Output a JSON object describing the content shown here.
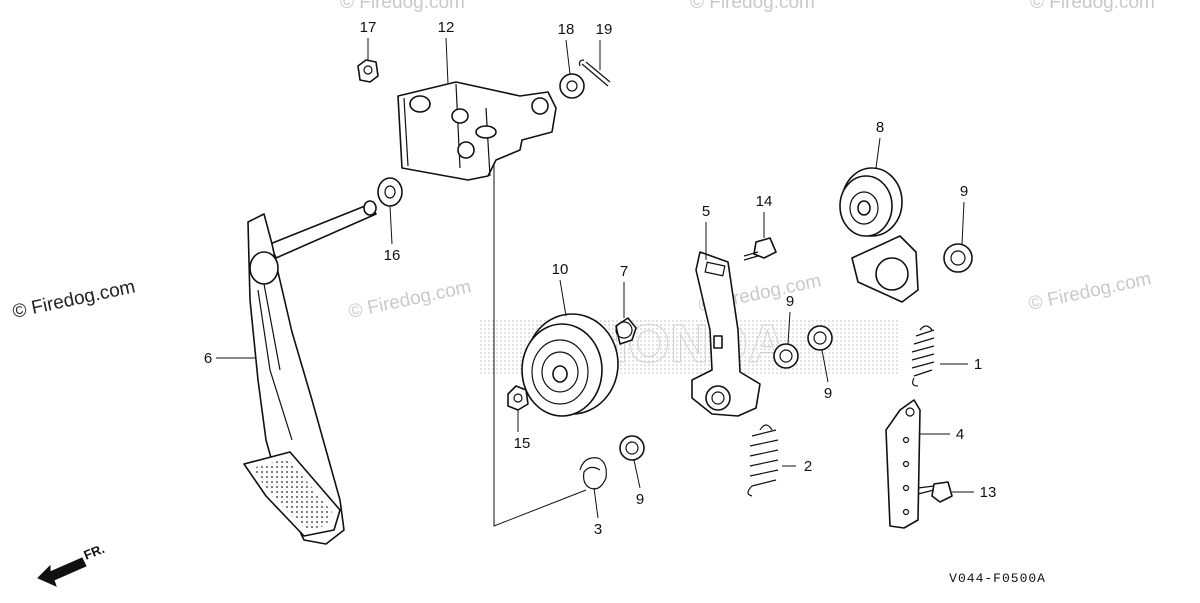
{
  "watermark": {
    "text": "© Firedog.com",
    "brand_text": "HONDA"
  },
  "diagram_code": "V044-F0500A",
  "direction": {
    "label": "FR."
  },
  "callouts": [
    "17",
    "12",
    "18",
    "19",
    "16",
    "6",
    "10",
    "7",
    "15",
    "3",
    "9",
    "5",
    "14",
    "9",
    "9",
    "2",
    "8",
    "9",
    "1",
    "4",
    "13"
  ],
  "colors": {
    "line": "#111111",
    "watermark": "#c9c9c9",
    "brand_dots": "#bdbdbd"
  }
}
